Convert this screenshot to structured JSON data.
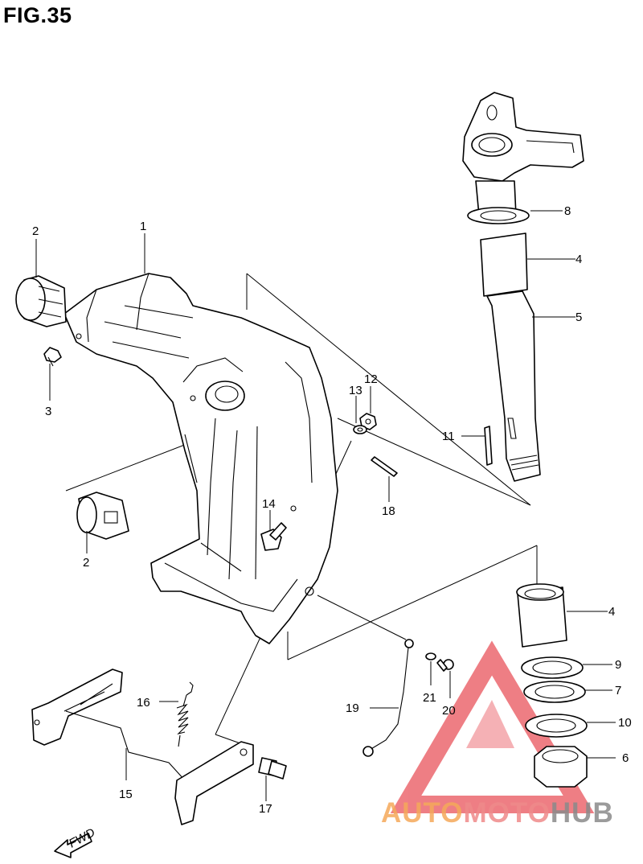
{
  "figure": {
    "title": "FIG.35"
  },
  "callouts": [
    {
      "id": "c1",
      "text": "1"
    },
    {
      "id": "c2a",
      "text": "2"
    },
    {
      "id": "c3",
      "text": "3"
    },
    {
      "id": "c2b",
      "text": "2"
    },
    {
      "id": "c8",
      "text": "8"
    },
    {
      "id": "c4a",
      "text": "4"
    },
    {
      "id": "c5",
      "text": "5"
    },
    {
      "id": "c12",
      "text": "12"
    },
    {
      "id": "c13",
      "text": "13"
    },
    {
      "id": "c11",
      "text": "11"
    },
    {
      "id": "c18",
      "text": "18"
    },
    {
      "id": "c14",
      "text": "14"
    },
    {
      "id": "c4b",
      "text": "4"
    },
    {
      "id": "c9",
      "text": "9"
    },
    {
      "id": "c7",
      "text": "7"
    },
    {
      "id": "c10",
      "text": "10"
    },
    {
      "id": "c6",
      "text": "6"
    },
    {
      "id": "c16",
      "text": "16"
    },
    {
      "id": "c19",
      "text": "19"
    },
    {
      "id": "c21",
      "text": "21"
    },
    {
      "id": "c20",
      "text": "20"
    },
    {
      "id": "c15",
      "text": "15"
    },
    {
      "id": "c17",
      "text": "17"
    }
  ],
  "fwd_label": "FWD",
  "watermark": {
    "part1": "AUTO",
    "part2": "MOTO",
    "part3": "HUB",
    "colors": {
      "auto": "#f5a95a",
      "moto": "#ef8a8a",
      "hub": "#8a8a8a",
      "triangle": "#e9545c"
    }
  }
}
